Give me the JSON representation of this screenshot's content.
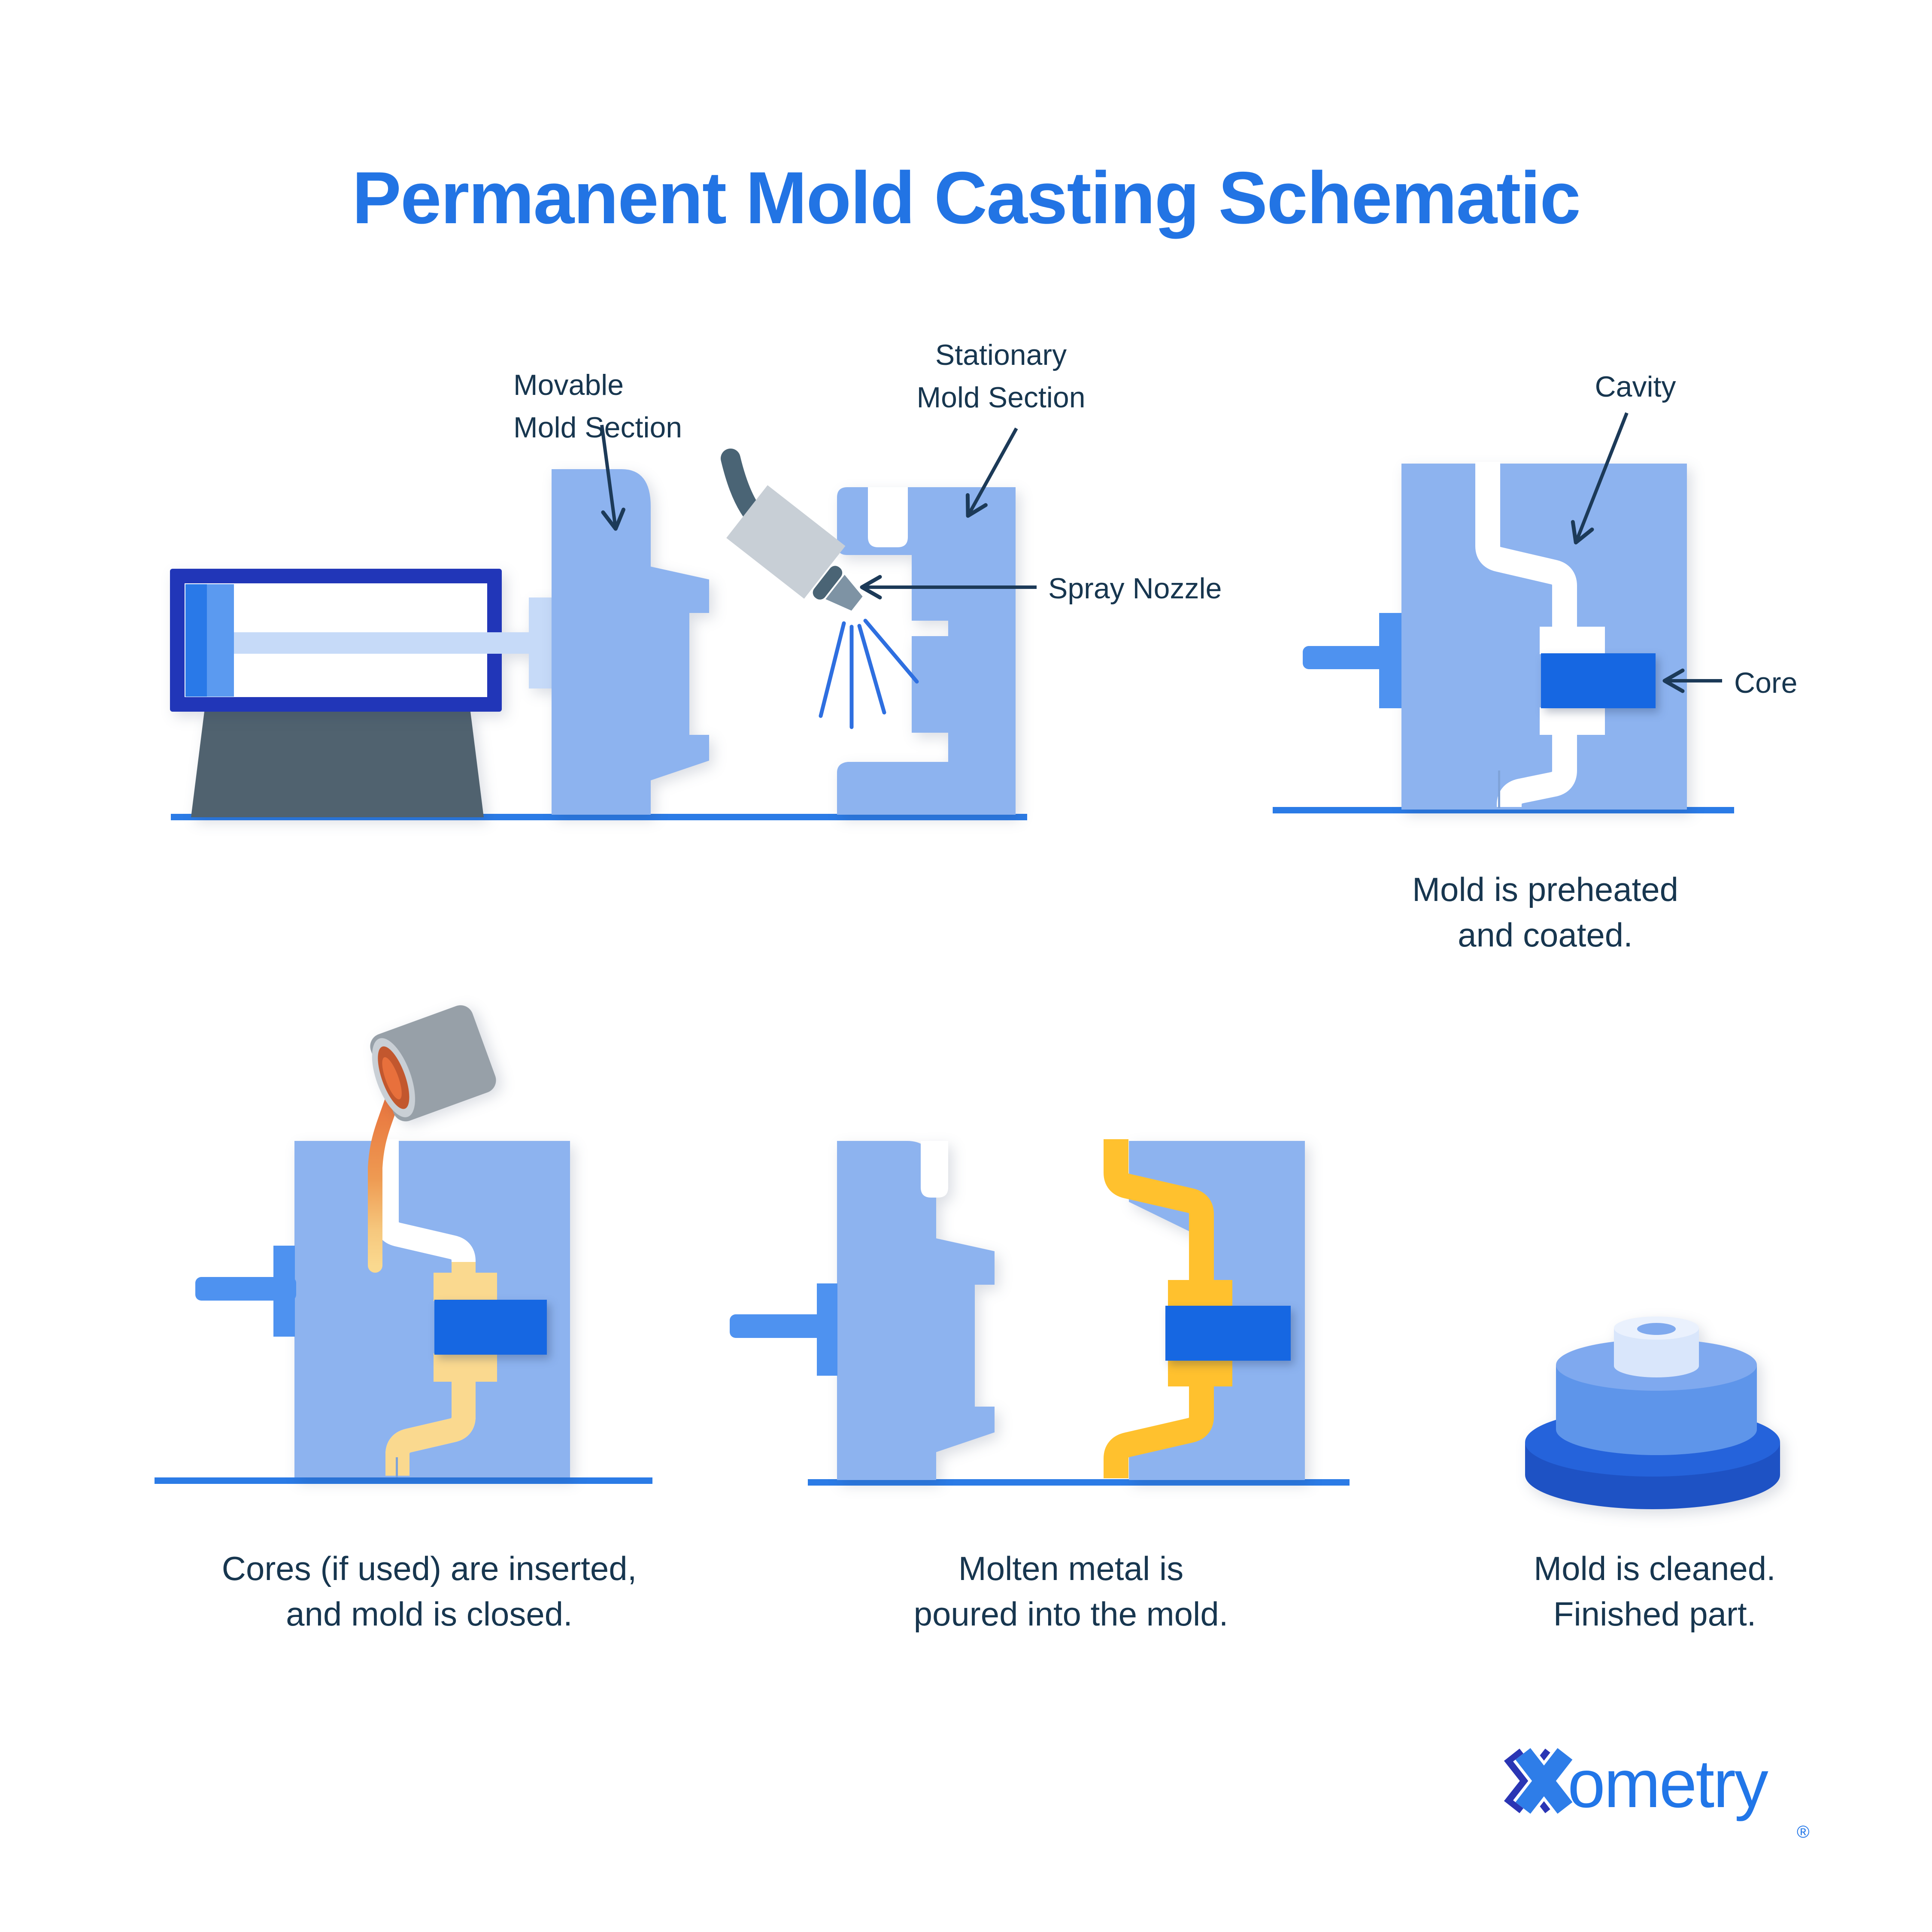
{
  "title": "Permanent Mold Casting Schematic",
  "annotations": {
    "movable_line1": "Movable",
    "movable_line2": "Mold Section",
    "stationary_line1": "Stationary",
    "stationary_line2": "Mold Section",
    "spray_nozzle": "Spray Nozzle",
    "cavity": "Cavity",
    "core": "Core"
  },
  "captions": {
    "preheat_line1": "Mold is preheated",
    "preheat_line2": "and coated.",
    "cores_line1": "Cores (if used) are inserted,",
    "cores_line2": "and mold is closed.",
    "pour_line1": "Molten metal is",
    "pour_line2": "poured into the mold.",
    "finish_line1": "Mold is cleaned.",
    "finish_line2": "Finished part."
  },
  "brand": {
    "name": "Xometry",
    "wordmark_suffix": "ometry",
    "registered_mark": "®"
  },
  "colors": {
    "title_blue": "#2274E4",
    "text_navy": "#17364F",
    "mold_light_blue": "#8DB3EF",
    "shaft_blue": "#4E92F0",
    "core_blue": "#1667E2",
    "frame_blue": "#2136B8",
    "piston_blue": "#2979E8",
    "piston_light_blue": "#5B9AF0",
    "rod_blue": "#C6DAF8",
    "machine_base_gray": "#50626F",
    "ground_blue": "#2B7BE6",
    "hose_gray": "#4A6475",
    "nozzle_gray": "#C8CFD6",
    "nozzle_tip_gray": "#7E93A4",
    "spray_blue": "#2E6FE0",
    "ladle_gray": "#97A0A8",
    "molten_orange": "#E8703C",
    "metal_pale_yellow": "#FAD98F",
    "metal_gold": "#FFC12E",
    "part_blue_dark": "#2563DB",
    "part_blue_mid": "#5E95EA",
    "part_blue_light": "#D9E6FB",
    "logo_indigo": "#2A35B4",
    "logo_blue": "#2E7DE8"
  }
}
